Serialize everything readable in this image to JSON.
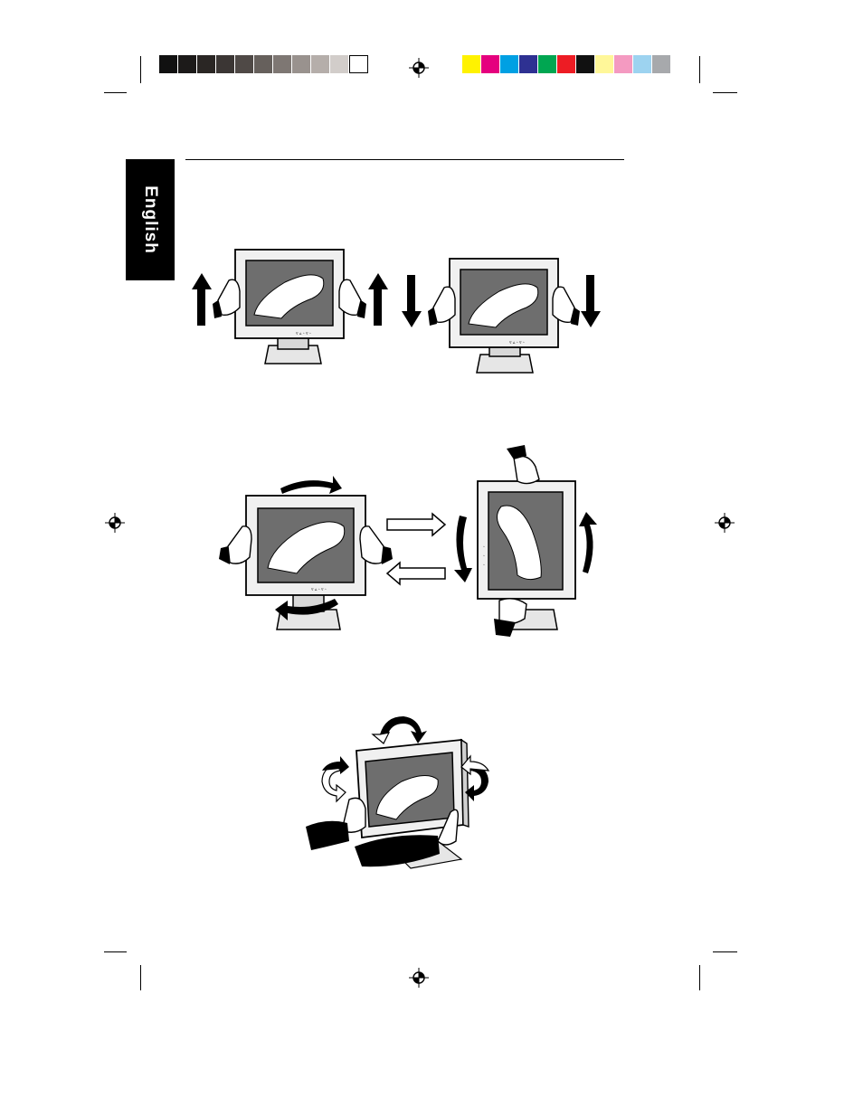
{
  "sidebar": {
    "language_tab": "English"
  },
  "colors": {
    "gray_bar": [
      "#111111",
      "#1c1a19",
      "#2a2624",
      "#3b3634",
      "#4f4946",
      "#66605c",
      "#7e7773",
      "#99928e",
      "#b5aeaa",
      "#d2cdca",
      "#ffffff"
    ],
    "color_bar": [
      "#fff200",
      "#e5007e",
      "#00a0e3",
      "#2e3192",
      "#00a651",
      "#ed1c24",
      "#111111",
      "#fff799",
      "#f49ac1",
      "#9dd3f0",
      "#a7a9ac"
    ]
  },
  "figures": [
    {
      "name": "height-adjust-illustration",
      "icons": [
        "arrow-up-icon",
        "arrow-down-icon",
        "hand-icon"
      ]
    },
    {
      "name": "swivel-pivot-illustration",
      "icons": [
        "curved-arrow-icon",
        "outline-arrow-icon",
        "hand-icon"
      ]
    },
    {
      "name": "tilt-illustration",
      "icons": [
        "rotate-arrow-icon",
        "hand-icon"
      ]
    }
  ]
}
